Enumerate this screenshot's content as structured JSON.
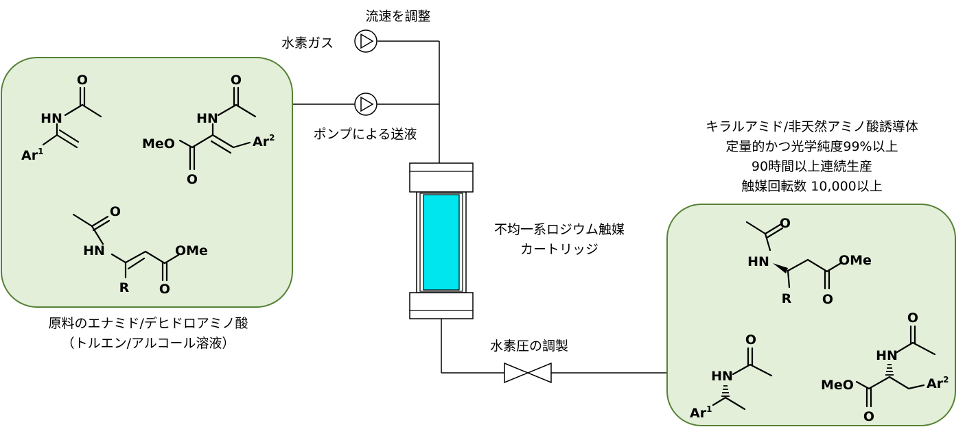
{
  "flow": {
    "flow_rate_label": "流速を調整",
    "hydrogen_gas_label": "水素ガス",
    "pump_label": "ポンプによる送液",
    "pressure_label": "水素圧の調製"
  },
  "reactor": {
    "label_line1": "不均一系ロジウム触媒",
    "label_line2": "カートリッジ",
    "catalyst_color": "#00e6ee"
  },
  "substrates": {
    "caption_line1": "原料のエナミド/デヒドロアミノ酸",
    "caption_line2": "（トルエン/アルコール溶液）",
    "panel_fill": "#e3efd9",
    "panel_border": "#548235"
  },
  "products": {
    "line1": "キラルアミド/非天然アミノ酸誘導体",
    "line2": "定量的かつ光学純度99%以上",
    "line3": "90時間以上連続生産",
    "line4": "触媒回転数 10,000以上"
  },
  "atoms": {
    "O": "O",
    "HN": "HN",
    "Ar": "Ar",
    "sup1": "1",
    "sup2": "2",
    "MeO": "MeO",
    "OMe": "OMe",
    "R": "R"
  }
}
